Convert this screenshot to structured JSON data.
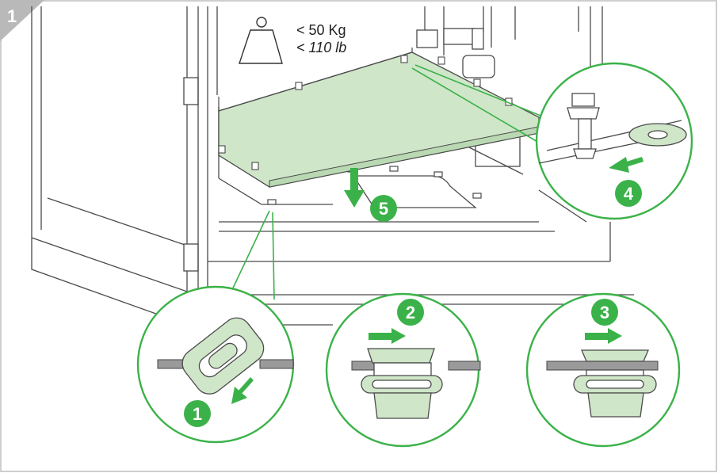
{
  "figure_number": "1",
  "weight": {
    "icon": "weight-icon",
    "kg": "< 50 Kg",
    "lb": "< 110 lb"
  },
  "steps": {
    "s1": "1",
    "s2": "2",
    "s3": "3",
    "s4": "4",
    "s5": "5"
  },
  "colors": {
    "accent_green": "#3bb249",
    "panel_green": "#cfe6c9",
    "circle_border": "#3bb249",
    "corner_tab": "#b7b7b7",
    "line": "#4a4a4a",
    "slot_grey": "#8c8c8c"
  }
}
